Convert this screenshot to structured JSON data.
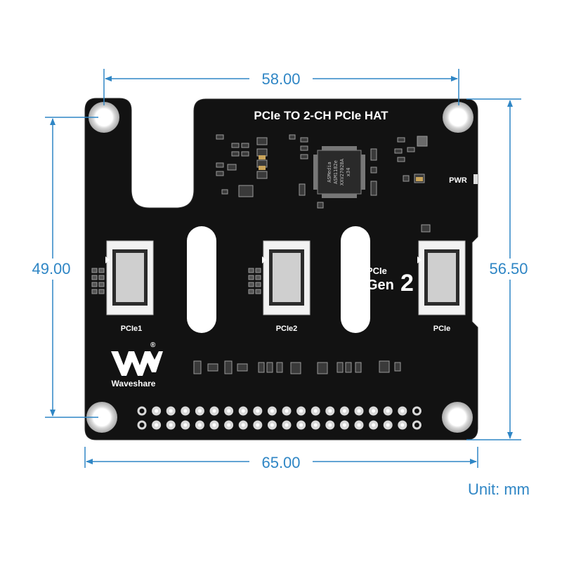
{
  "board": {
    "title": "PCIe TO 2-CH PCIe HAT",
    "pwr_label": "PWR",
    "chip_marking": [
      "ASMedia",
      "ASM1182e",
      "XXV27028A",
      "x34"
    ],
    "ports": [
      "PCIe1",
      "PCIe2",
      "PCIe"
    ],
    "gen_badge": {
      "top": "PCIe",
      "bottom": "Gen",
      "number": "2"
    },
    "logo_text": "Waveshare",
    "logo_mark": "®"
  },
  "dimensions": {
    "top_width": "58.00",
    "bottom_width": "65.00",
    "left_height": "49.00",
    "right_height": "56.50",
    "unit": "Unit: mm"
  },
  "colors": {
    "dimension": "#2f86c5",
    "pcb": "#121212",
    "silkscreen": "#ffffff",
    "background": "#ffffff"
  }
}
